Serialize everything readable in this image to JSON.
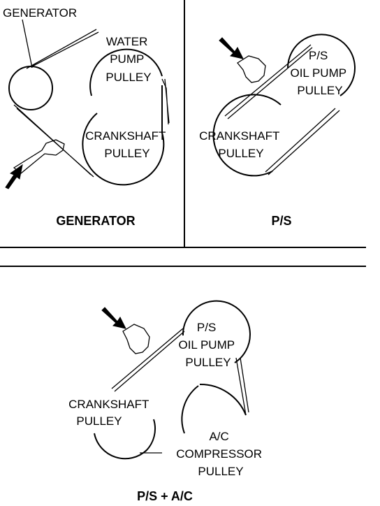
{
  "panels": [
    {
      "caption": "GENERATOR",
      "labels": {
        "generator": "GENERATOR",
        "water_pump": [
          "WATER",
          "PUMP",
          "PULLEY"
        ],
        "crankshaft": [
          "CRANKSHAFT",
          "PULLEY"
        ]
      }
    },
    {
      "caption": "P/S",
      "labels": {
        "ps_pump": [
          "P/S",
          "OIL PUMP",
          "PULLEY"
        ],
        "crankshaft": [
          "CRANKSHAFT",
          "PULLEY"
        ]
      }
    },
    {
      "caption": "P/S + A/C",
      "labels": {
        "ps_pump": [
          "P/S",
          "OIL PUMP",
          "PULLEY"
        ],
        "crankshaft": [
          "CRANKSHAFT",
          "PULLEY"
        ],
        "ac_compressor": [
          "A/C",
          "COMPRESSOR",
          "PULLEY"
        ]
      }
    }
  ]
}
